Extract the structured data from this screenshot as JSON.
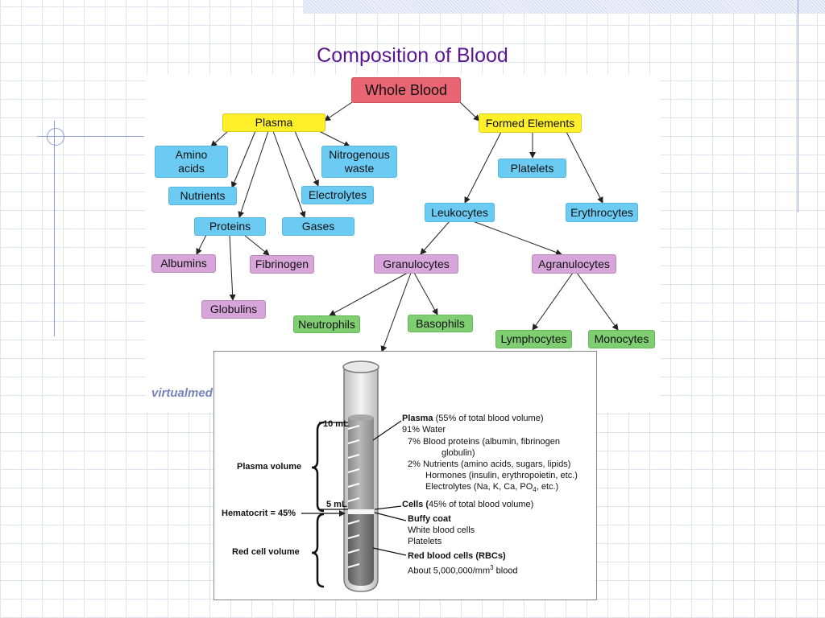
{
  "slide": {
    "title": "Composition of Blood",
    "watermark": "virtualmed"
  },
  "diagram": {
    "root": "Whole Blood",
    "plasma": "Plasma",
    "formed": "Formed Elements",
    "amino": "Amino acids",
    "nitro": "Nitrogenous waste",
    "nutrients": "Nutrients",
    "electrolytes": "Electrolytes",
    "proteins": "Proteins",
    "gases": "Gases",
    "albumins": "Albumins",
    "fibrinogen": "Fibrinogen",
    "globulins": "Globulins",
    "platelets": "Platelets",
    "leukocytes": "Leukocytes",
    "erythrocytes": "Erythrocytes",
    "granulocytes": "Granulocytes",
    "agranulocytes": "Agranulocytes",
    "neutrophils": "Neutrophils",
    "basophils": "Basophils",
    "lymphocytes": "Lymphocytes",
    "monocytes": "Monocytes"
  },
  "tube": {
    "mark_10": "10 mL",
    "mark_5": "5 mL",
    "plasma_volume": "Plasma volume",
    "hematocrit": "Hematocrit = 45%",
    "red_cell_volume": "Red cell volume",
    "plasma_head": "Plasma",
    "plasma_pct": " (55% of total blood volume)",
    "water": "91% Water",
    "blood_proteins": "7% Blood proteins (albumin, fibrinogen",
    "globulin": "globulin)",
    "nutrients": "2% Nutrients (amino acids, sugars, lipids)",
    "hormones": "Hormones (insulin, erythropoietin, etc.)",
    "electrolytes_a": "Electrolytes (Na, K, Ca, PO",
    "electrolytes_sub": "4",
    "electrolytes_b": ", etc.)",
    "cells_head": "Cells (",
    "cells_pct": "45% of total blood volume)",
    "buffy": "Buffy coat",
    "wbc": "White blood cells",
    "platelets": "Platelets",
    "rbc": "Red blood cells (RBCs)",
    "rbc_count_a": "About 5,000,000/mm",
    "rbc_count_sup": "3",
    "rbc_count_b": " blood"
  },
  "colors": {
    "title": "#5a1591",
    "root": "#ea6573",
    "level1": "#fff02a",
    "plasma_items": "#6ccbf2",
    "proteins": "#d7a5d9",
    "cells": "#7fcf72"
  }
}
